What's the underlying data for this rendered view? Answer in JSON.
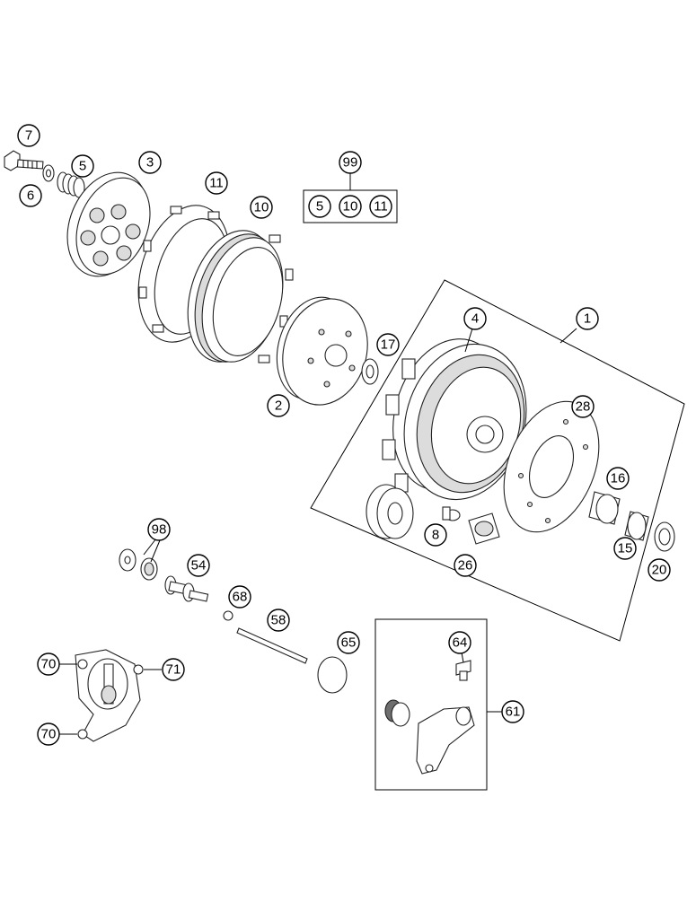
{
  "callouts": {
    "c7": "7",
    "c5": "5",
    "c3": "3",
    "c6": "6",
    "c11": "11",
    "c10": "10",
    "c99": "99",
    "kit_5": "5",
    "kit_10": "10",
    "kit_11": "11",
    "c1": "1",
    "c4": "4",
    "c17": "17",
    "c2": "2",
    "c28": "28",
    "c16": "16",
    "c8": "8",
    "c26": "26",
    "c15": "15",
    "c20": "20",
    "c98": "98",
    "c54": "54",
    "c68": "68",
    "c58": "58",
    "c65": "65",
    "c64": "64",
    "c61": "61",
    "c70a": "70",
    "c71": "71",
    "c70b": "70"
  }
}
